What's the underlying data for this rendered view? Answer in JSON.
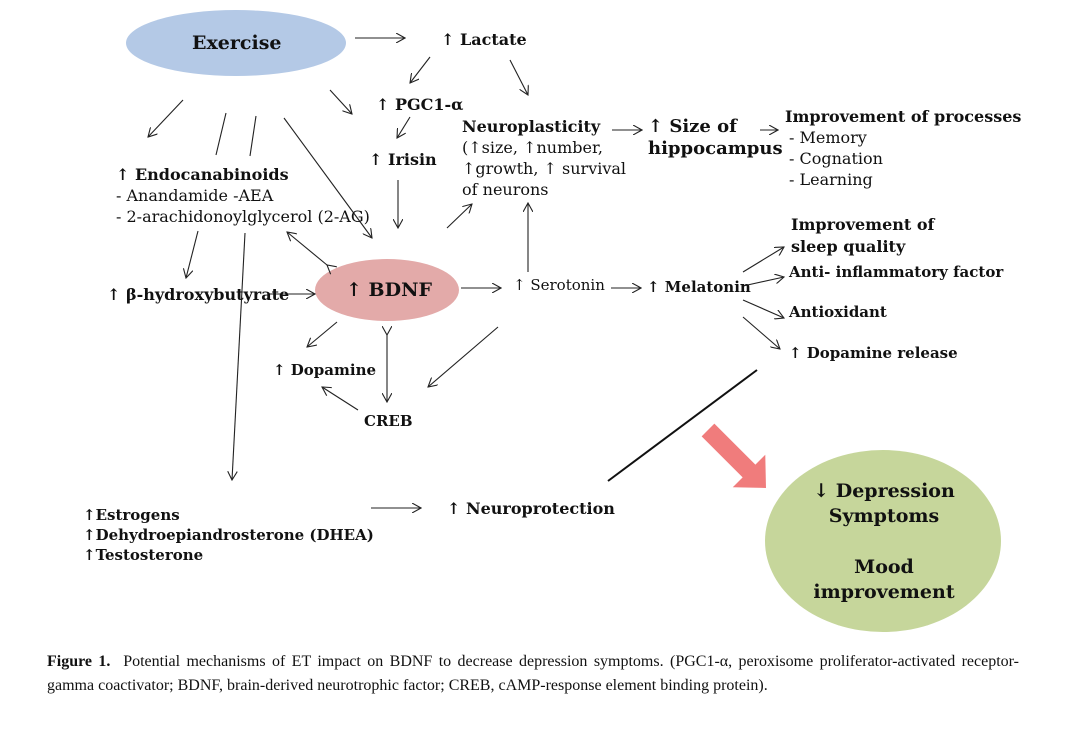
{
  "nodes": {
    "exercise": "Exercise",
    "lactate": "↑ Lactate",
    "pgc1a": "↑ PGC1-α",
    "irisin": "↑ Irisin",
    "neuroplasticity": {
      "title": "Neuroplasticity",
      "line1": "(↑size, ↑number,",
      "line2": "↑growth, ↑ survival",
      "line3": "of neurons"
    },
    "hippocampus": {
      "line1": "↑ Size of",
      "line2": "hippocampus"
    },
    "processes": {
      "title": "Improvement of processes",
      "items": [
        "- Memory",
        "- Cognation",
        "- Learning"
      ]
    },
    "endocannabinoids": {
      "title": "↑ Endocanabinoids",
      "line1": "- Anandamide -AEA",
      "line2": "- 2-arachidonoylglycerol (2-AG)"
    },
    "hydroxybutyrate": "↑ β-hydroxybutyrate",
    "bdnf": "↑ BDNF",
    "serotonin": "↑ Serotonin",
    "melatonin": "↑ Melatonin",
    "sleep": {
      "line1": "Improvement of",
      "line2": "sleep quality"
    },
    "antiinflammatory": "Anti- inflammatory factor",
    "antioxidant": "Antioxidant",
    "dopamine_release": "↑ Dopamine release",
    "dopamine": "↑ Dopamine",
    "creb": "CREB",
    "hormones": [
      "↑Estrogens",
      "↑Dehydroepiandrosterone (DHEA)",
      "↑Testosterone"
    ],
    "neuroprotection": "↑ Neuroprotection",
    "outcome": {
      "line1": "↓ Depression",
      "line2": "Symptoms",
      "line3": "Mood",
      "line4": "improvement"
    }
  },
  "caption": {
    "label": "Figure 1.",
    "text": "Potential mechanisms of ET impact on BDNF to decrease depression symptoms. (PGC1-α, peroxisome proliferator-activated receptor-gamma coactivator; BDNF, brain-derived neurotrophic factor; CREB, cAMP-response element binding protein)."
  },
  "colors": {
    "exercise_fill": "#b4c9e6",
    "bdnf_fill": "#e3aaa9",
    "outcome_fill": "#c6d69b",
    "big_arrow": "#f07c7c",
    "line": "#222222"
  }
}
